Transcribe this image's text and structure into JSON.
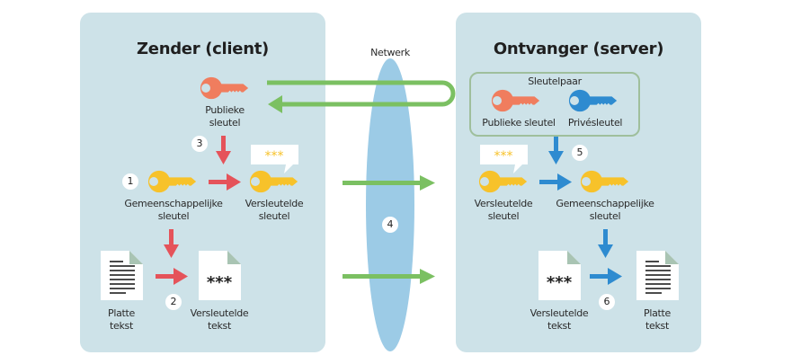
{
  "diagram": {
    "network_label": "Netwerk",
    "colors": {
      "panel": "#cde2e8",
      "network": "#9ccbe6",
      "green_arrow": "#7bc062",
      "red_arrow": "#e5535a",
      "blue_arrow": "#2e8bd0",
      "public_key": "#f07d5e",
      "private_key": "#2e8bd0",
      "symmetric_key": "#f7c22a"
    },
    "sender": {
      "title": "Zender (client)",
      "public_key_label": [
        "Publieke",
        "sleutel"
      ],
      "shared_key_label": [
        "Gemeenschappelijke",
        "sleutel"
      ],
      "encrypted_key_label": [
        "Versleutelde",
        "sleutel"
      ],
      "encrypted_key_badge": "***",
      "plain_text_label": [
        "Platte",
        "tekst"
      ],
      "encrypted_text_label": [
        "Versleutelde",
        "tekst"
      ],
      "encrypted_text_content": "***"
    },
    "receiver": {
      "title": "Ontvanger (server)",
      "keypair_label": "Sleutelpaar",
      "public_key_label": "Publieke sleutel",
      "private_key_label": "Privésleutel",
      "encrypted_key_label": [
        "Versleutelde",
        "sleutel"
      ],
      "encrypted_key_badge": "***",
      "shared_key_label": [
        "Gemeenschappelijke",
        "sleutel"
      ],
      "encrypted_text_label": [
        "Versleutelde",
        "tekst"
      ],
      "encrypted_text_content": "***",
      "plain_text_label": [
        "Platte",
        "tekst"
      ]
    },
    "steps": [
      "1",
      "2",
      "3",
      "4",
      "5",
      "6"
    ]
  }
}
